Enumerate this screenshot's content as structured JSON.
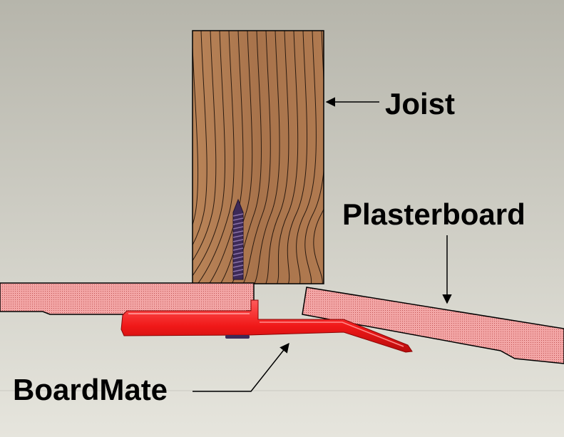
{
  "labels": {
    "joist": "Joist",
    "plasterboard": "Plasterboard",
    "boardmate": "BoardMate"
  },
  "colors": {
    "background_top": "#b6b5ab",
    "background_bottom": "#e6e5dd",
    "joist_wood": "#a8734b",
    "plasterboard_fill": "#f3a6a6",
    "boardmate_red": "#f01818",
    "screw_purple": "#3d2a58"
  },
  "icons": {
    "joist": "timber-joist",
    "screw": "screw-icon",
    "boardmate": "boardmate-bracket-icon"
  }
}
